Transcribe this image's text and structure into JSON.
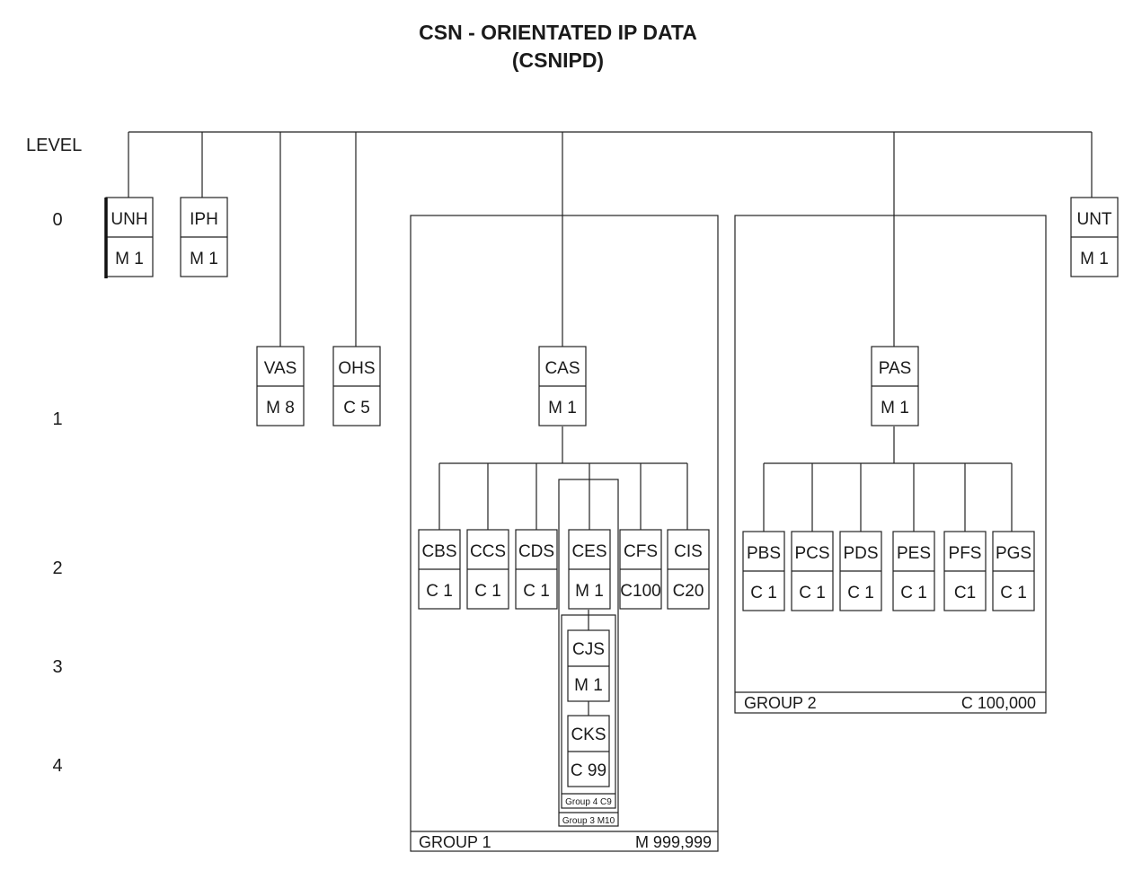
{
  "title": {
    "line1": "CSN - ORIENTATED IP DATA",
    "line2": "(CSNIPD)"
  },
  "levels": {
    "header": "LEVEL",
    "l0": "0",
    "l1": "1",
    "l2": "2",
    "l3": "3",
    "l4": "4"
  },
  "segments": {
    "unh": {
      "tag": "UNH",
      "status": "M 1"
    },
    "iph": {
      "tag": "IPH",
      "status": "M 1"
    },
    "vas": {
      "tag": "VAS",
      "status": "M 8"
    },
    "ohs": {
      "tag": "OHS",
      "status": "C 5"
    },
    "cas": {
      "tag": "CAS",
      "status": "M 1"
    },
    "pas": {
      "tag": "PAS",
      "status": "M 1"
    },
    "unt": {
      "tag": "UNT",
      "status": "M 1"
    },
    "cbs": {
      "tag": "CBS",
      "status": "C 1"
    },
    "ccs": {
      "tag": "CCS",
      "status": "C 1"
    },
    "cds": {
      "tag": "CDS",
      "status": "C 1"
    },
    "ces": {
      "tag": "CES",
      "status": "M 1"
    },
    "cfs": {
      "tag": "CFS",
      "status": "C100"
    },
    "cis": {
      "tag": "CIS",
      "status": "C20"
    },
    "cjs": {
      "tag": "CJS",
      "status": "M 1"
    },
    "cks": {
      "tag": "CKS",
      "status": "C 99"
    },
    "pbs": {
      "tag": "PBS",
      "status": "C 1"
    },
    "pcs": {
      "tag": "PCS",
      "status": "C 1"
    },
    "pds": {
      "tag": "PDS",
      "status": "C 1"
    },
    "pes": {
      "tag": "PES",
      "status": "C 1"
    },
    "pfs": {
      "tag": "PFS",
      "status": "C1"
    },
    "pgs": {
      "tag": "PGS",
      "status": "C 1"
    }
  },
  "groups": {
    "g1": {
      "name": "GROUP 1",
      "status": "M 999,999"
    },
    "g2": {
      "name": "GROUP 2",
      "status": "C 100,000"
    },
    "g3": {
      "label": "Group 3 M10"
    },
    "g4": {
      "label": "Group 4 C9"
    }
  }
}
